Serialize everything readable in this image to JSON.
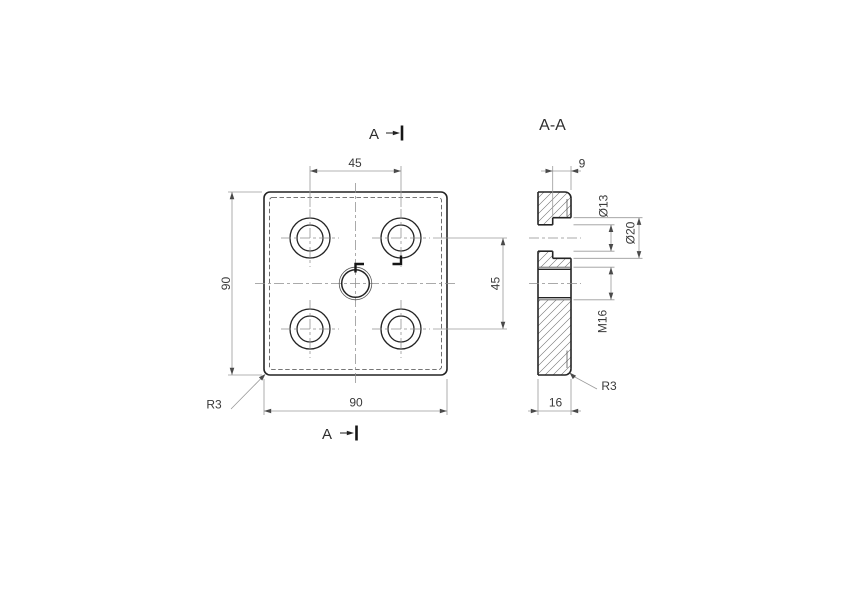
{
  "drawing_type": "technical-drawing",
  "labels": {
    "section_title": "A-A",
    "cut_marker_top": "A",
    "cut_marker_bottom": "A"
  },
  "front_view": {
    "dims": {
      "hole_spacing_horizontal": "45",
      "hole_spacing_vertical": "45",
      "width": "90",
      "height": "90",
      "corner_radius": "R3"
    }
  },
  "section_view": {
    "dims": {
      "counterbore_depth": "9",
      "through_hole_diameter": "Ø13",
      "counterbore_diameter": "Ø20",
      "thread": "M16",
      "thickness": "16",
      "corner_radius": "R3"
    }
  },
  "colors": {
    "outline": "#242424",
    "dimension_lines": "#9a9a9a",
    "background": "#ffffff"
  }
}
